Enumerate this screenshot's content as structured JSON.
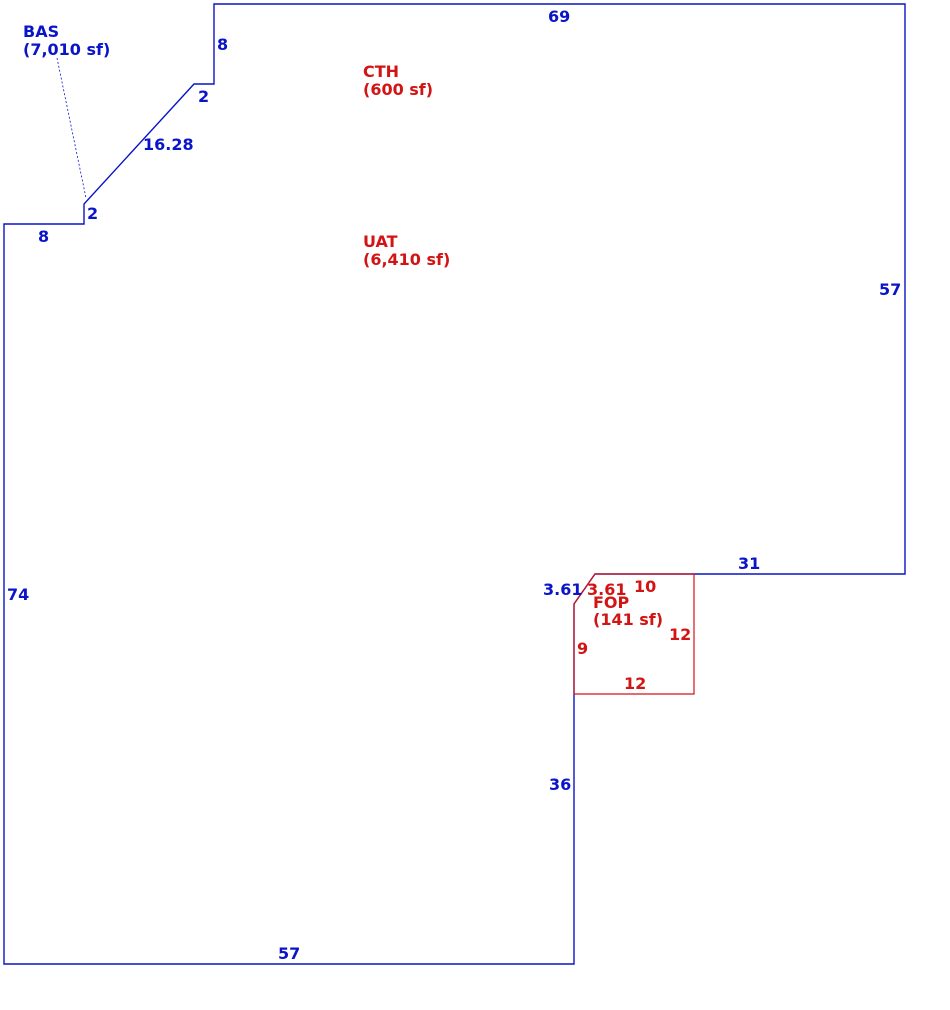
{
  "colors": {
    "building": "#0a14c8",
    "porch": "#d21414",
    "background": "#ffffff"
  },
  "areas": {
    "bas": {
      "name": "BAS",
      "size": "(7,010 sf)"
    },
    "cth": {
      "name": "CTH",
      "size": "(600 sf)"
    },
    "uat": {
      "name": "UAT",
      "size": "(6,410 sf)"
    },
    "fop": {
      "name": "FOP",
      "size": "(141 sf)"
    }
  },
  "dimensions": {
    "top": "69",
    "upper_left_short": "8",
    "step_top": "2",
    "diagonal": "16.28",
    "step_bottom": "2",
    "left_ledge": "8",
    "right_side": "57",
    "left_side": "74",
    "notch_top": "31",
    "notch_diagonal": "3.61",
    "notch_left": "36",
    "bottom": "57"
  },
  "porch_dimensions": {
    "diagonal": "3.61",
    "top": "10",
    "right": "12",
    "left": "9",
    "bottom": "12"
  }
}
